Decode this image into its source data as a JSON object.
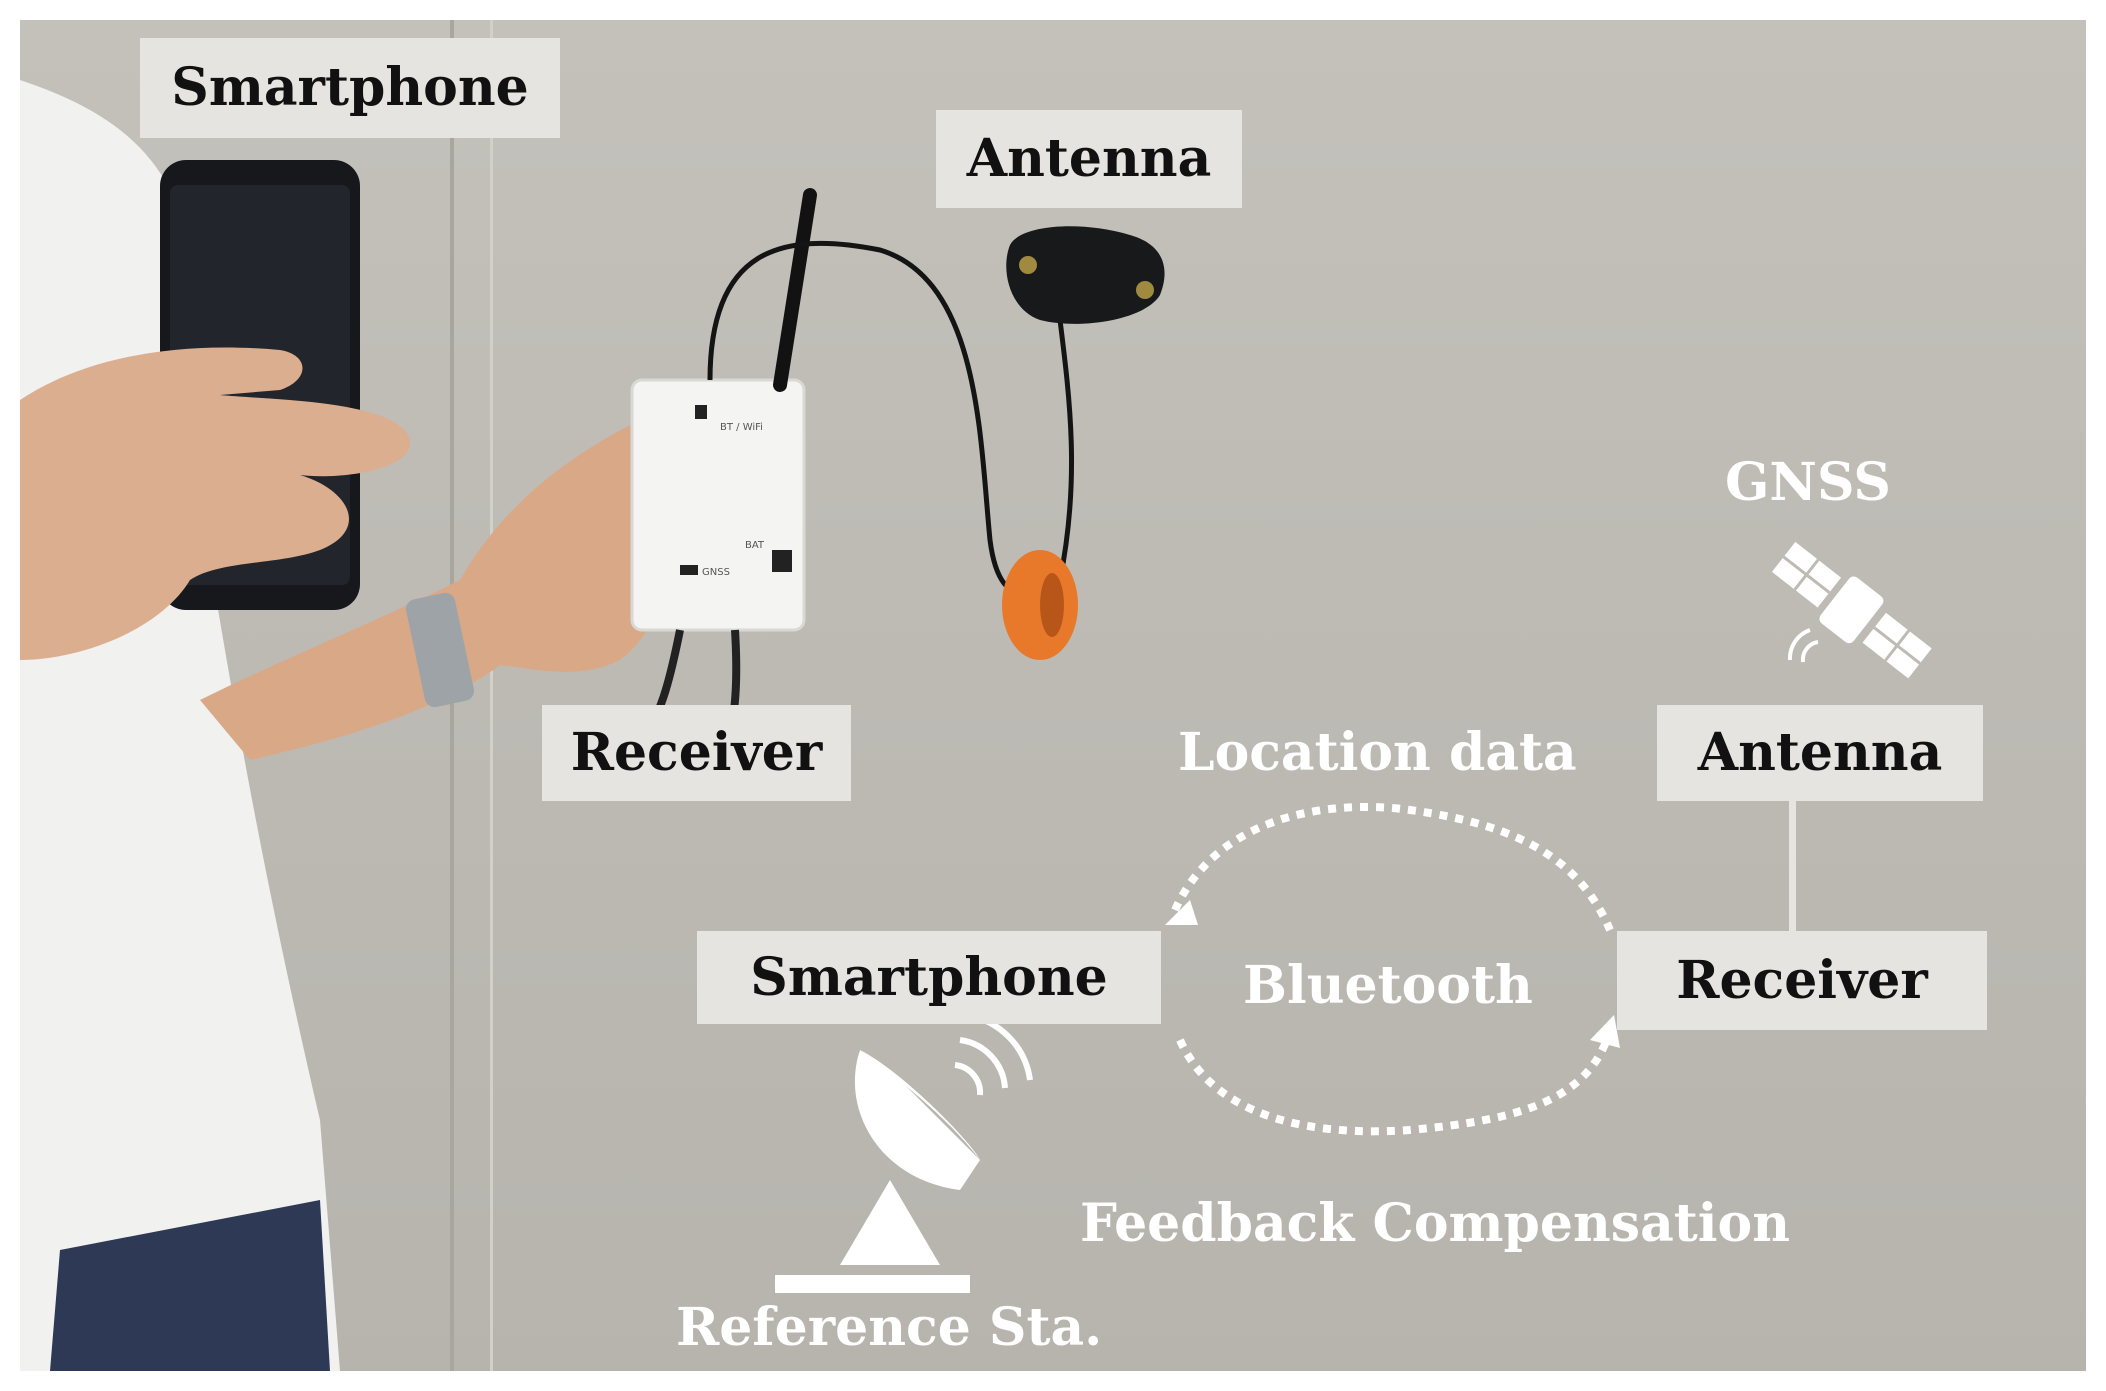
{
  "labels": {
    "smartphone_top": "Smartphone",
    "antenna_top": "Antenna",
    "receiver_left": "Receiver",
    "gnss": "GNSS",
    "location_data": "Location data",
    "antenna_right": "Antenna",
    "smartphone_diagram": "Smartphone",
    "bluetooth": "Bluetooth",
    "receiver_right": "Receiver",
    "feedback": "Feedback Compensation",
    "reference_station": "Reference Sta."
  },
  "device_markings": {
    "bt_wifi": "BT / WiFi",
    "bat": "BAT",
    "gnss": "GNSS"
  },
  "colors": {
    "wall": "#bebbb5",
    "label_box": "#e6e4e1",
    "overlay_text": "#ffffff",
    "antenna_ring": "#e8782a"
  }
}
